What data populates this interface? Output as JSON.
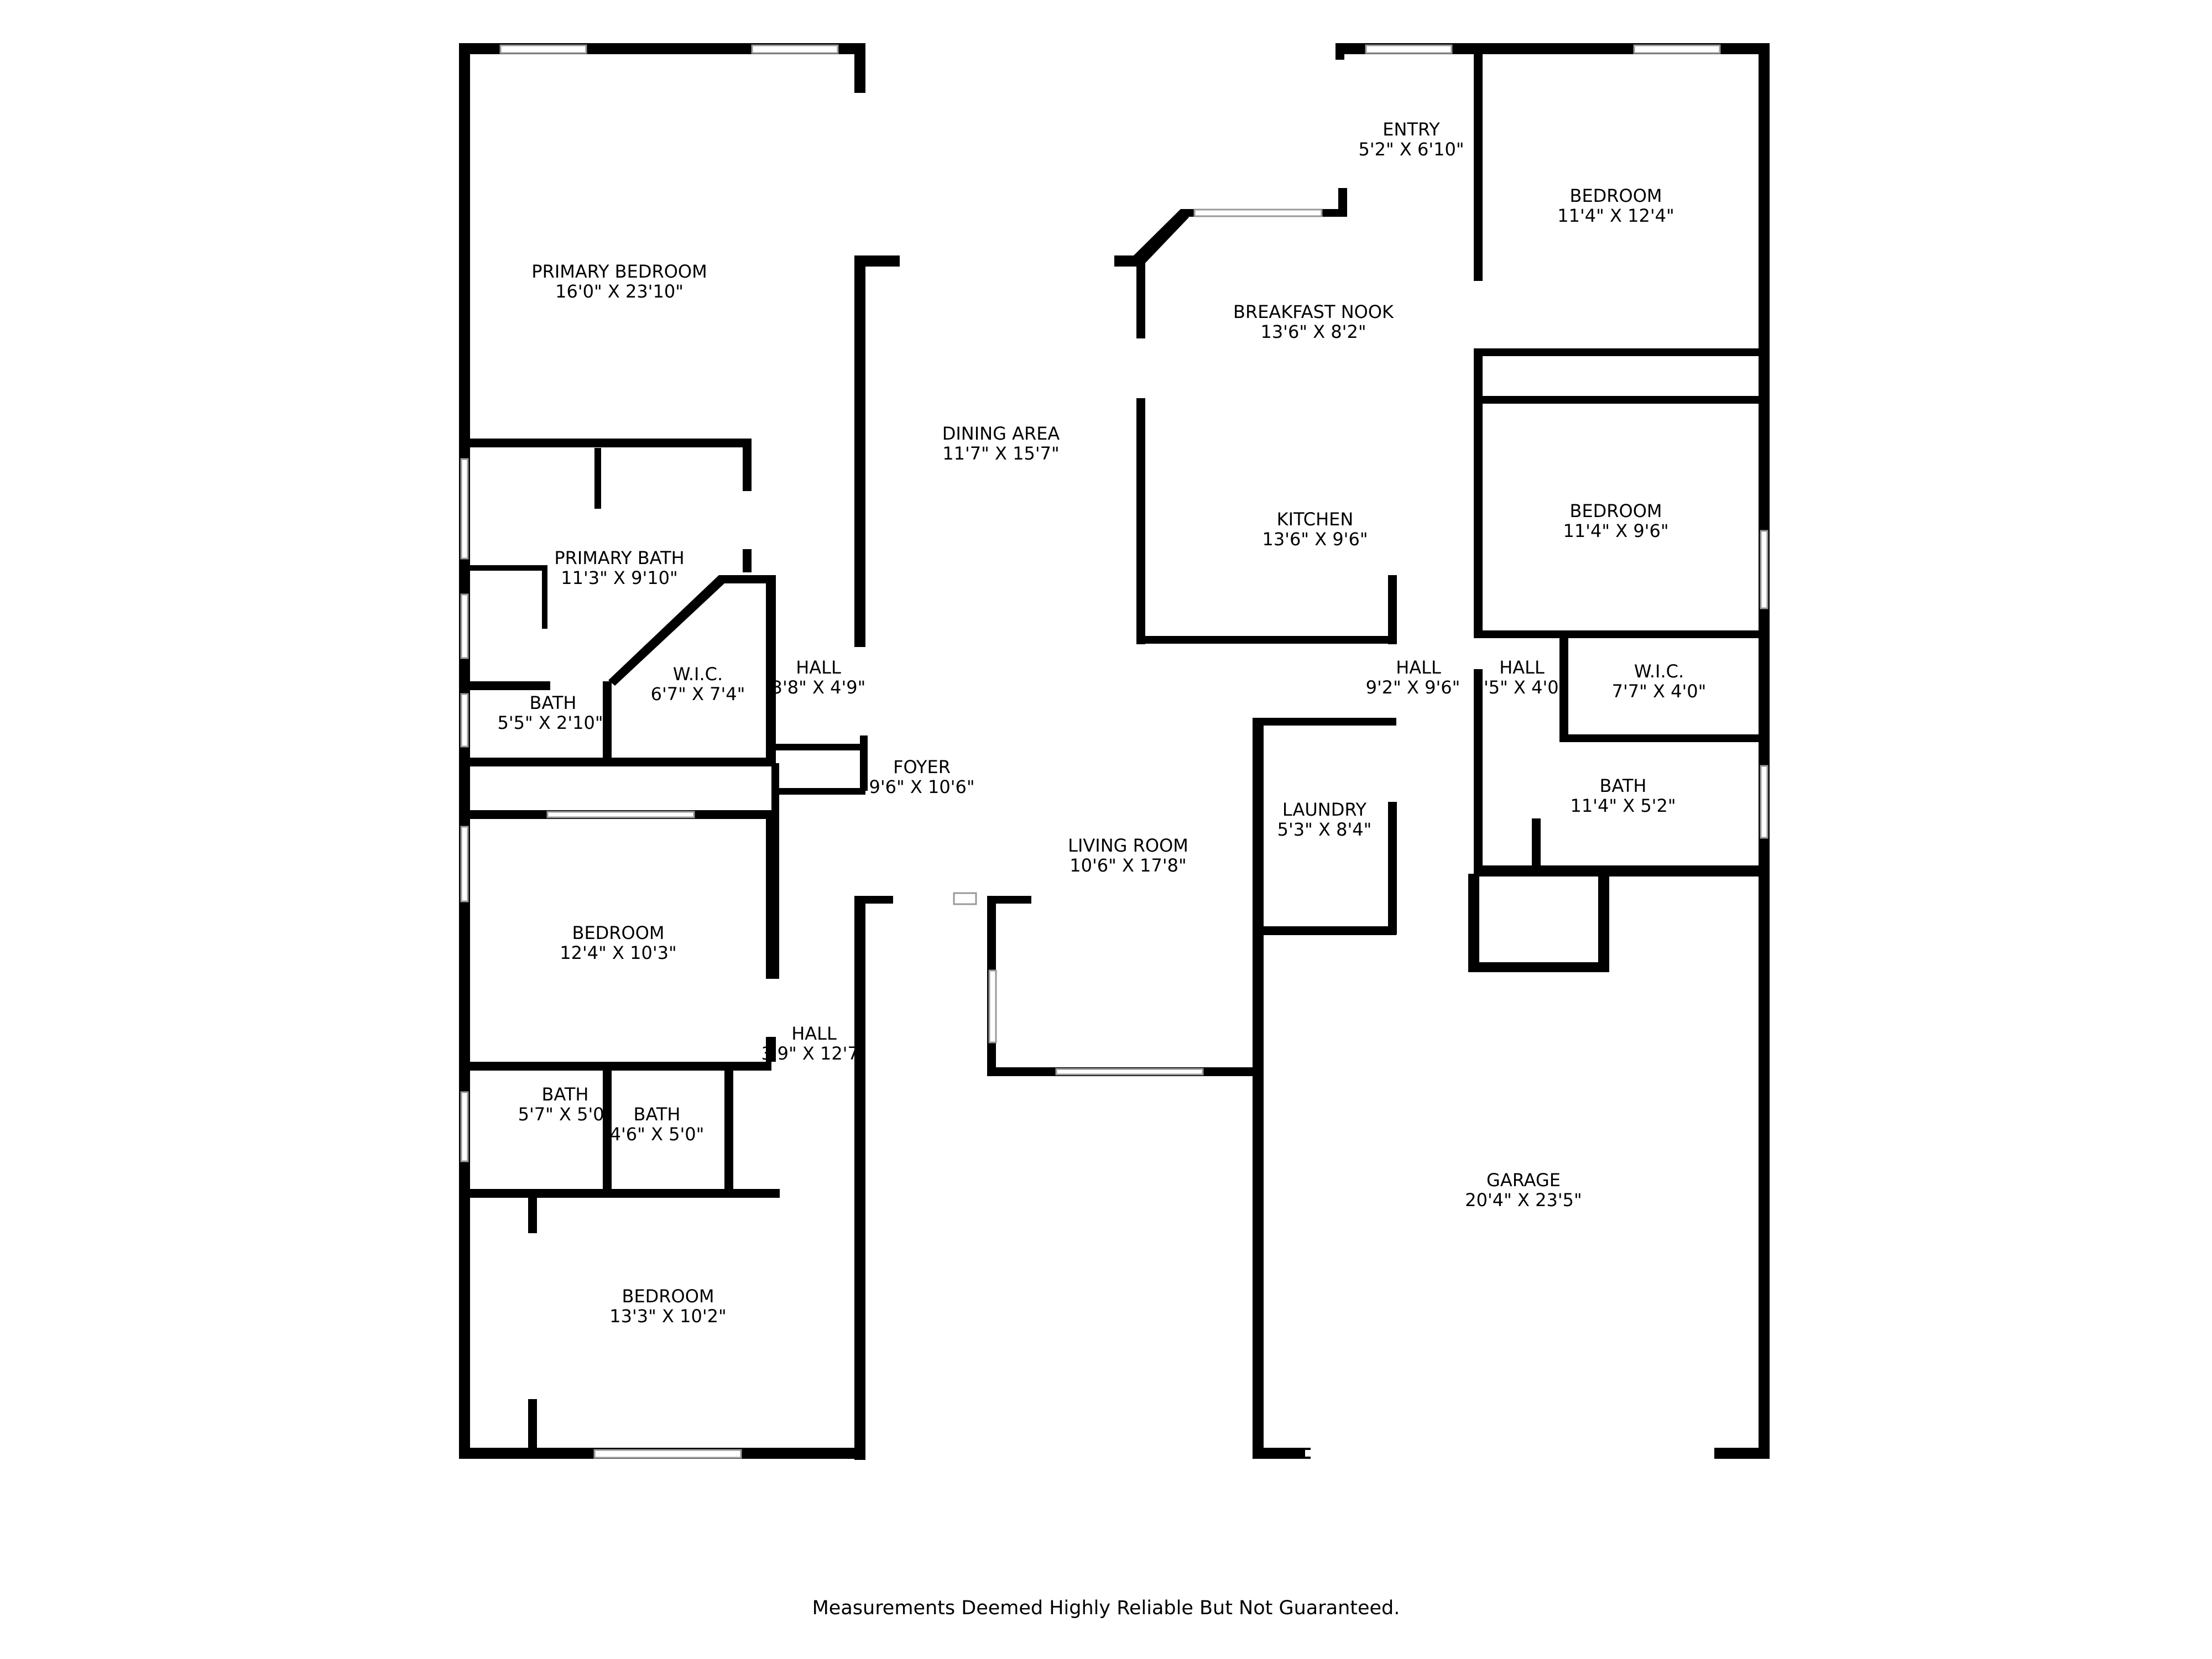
{
  "rooms": {
    "primary_bedroom": {
      "name": "PRIMARY BEDROOM",
      "dims": "16'0\" X 23'10\""
    },
    "primary_bath": {
      "name": "PRIMARY BATH",
      "dims": "11'3\" X 9'10\""
    },
    "wic_primary": {
      "name": "W.I.C.",
      "dims": "6'7\" X 7'4\""
    },
    "bath_small": {
      "name": "BATH",
      "dims": "5'5\" X 2'10\""
    },
    "hall_a": {
      "name": "HALL",
      "dims": "3'8\" X 4'9\""
    },
    "dining_area": {
      "name": "DINING AREA",
      "dims": "11'7\" X 15'7\""
    },
    "foyer": {
      "name": "FOYER",
      "dims": "9'6\" X 10'6\""
    },
    "bedroom_left_mid": {
      "name": "BEDROOM",
      "dims": "12'4\" X 10'3\""
    },
    "hall_b": {
      "name": "HALL",
      "dims": "3'9\" X 12'7\""
    },
    "bath_left_1": {
      "name": "BATH",
      "dims": "5'7\" X 5'0\""
    },
    "bath_left_2": {
      "name": "BATH",
      "dims": "4'6\" X 5'0\""
    },
    "bedroom_left_bottom": {
      "name": "BEDROOM",
      "dims": "13'3\" X 10'2\""
    },
    "living_room": {
      "name": "LIVING ROOM",
      "dims": "10'6\" X 17'8\""
    },
    "entry": {
      "name": "ENTRY",
      "dims": "5'2\" X 6'10\""
    },
    "breakfast_nook": {
      "name": "BREAKFAST NOOK",
      "dims": "13'6\" X 8'2\""
    },
    "kitchen": {
      "name": "KITCHEN",
      "dims": "13'6\" X 9'6\""
    },
    "bedroom_right_top": {
      "name": "BEDROOM",
      "dims": "11'4\" X 12'4\""
    },
    "bedroom_right_mid": {
      "name": "BEDROOM",
      "dims": "11'4\" X 9'6\""
    },
    "hall_c": {
      "name": "HALL",
      "dims": "9'2\" X 9'6\""
    },
    "hall_d": {
      "name": "HALL",
      "dims": "3'5\" X 4'0\""
    },
    "wic_right": {
      "name": "W.I.C.",
      "dims": "7'7\" X 4'0\""
    },
    "bath_right": {
      "name": "BATH",
      "dims": "11'4\" X 5'2\""
    },
    "laundry": {
      "name": "LAUNDRY",
      "dims": "5'3\" X 8'4\""
    },
    "garage": {
      "name": "GARAGE",
      "dims": "20'4\" X 23'5\""
    }
  },
  "footer": {
    "disclaimer": "Measurements Deemed Highly Reliable But Not Guaranteed."
  }
}
